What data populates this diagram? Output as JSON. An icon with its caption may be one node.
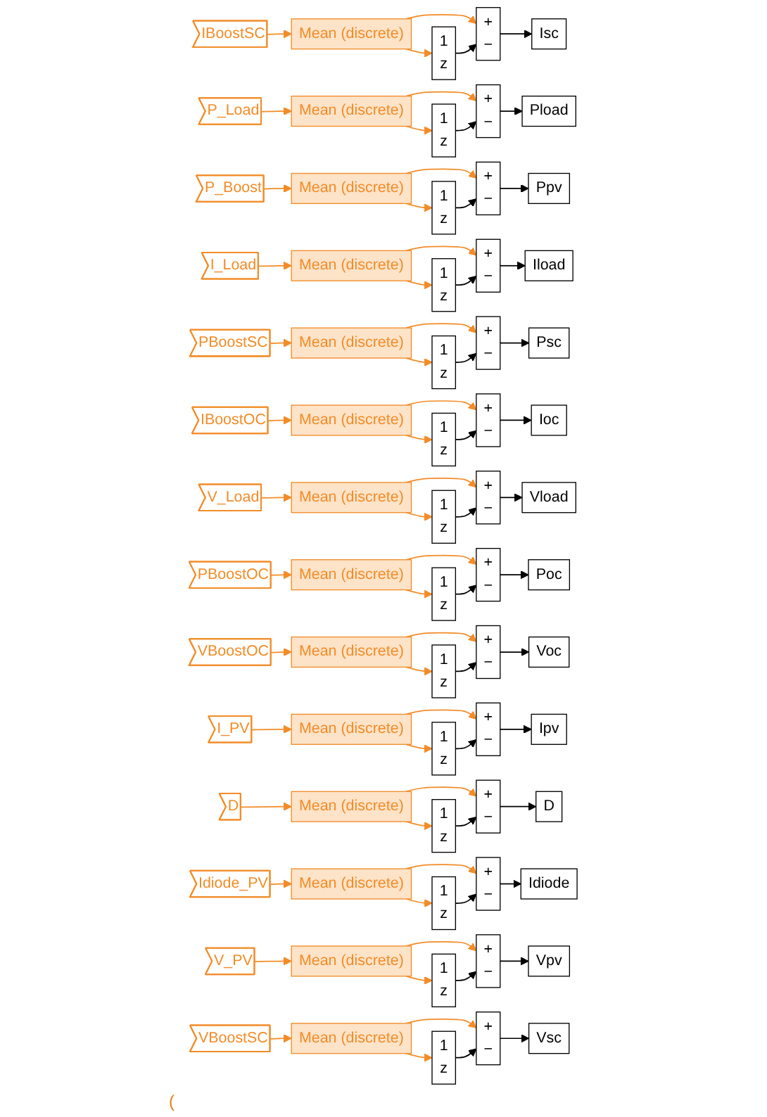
{
  "diagram": {
    "nodes": [
      {
        "text": [
          "IBoostSC"
        ]
      },
      {
        "text": [
          "Mean (discrete)"
        ]
      },
      {
        "text": [
          "1",
          "z"
        ]
      },
      {
        "text": [
          "+",
          "−"
        ]
      },
      {
        "text": [
          "Isc"
        ]
      },
      {
        "text": [
          "P_Load"
        ]
      },
      {
        "text": [
          "Mean (discrete)"
        ]
      },
      {
        "text": [
          "1",
          "z"
        ]
      },
      {
        "text": [
          "+",
          "−"
        ]
      },
      {
        "text": [
          "Pload"
        ]
      },
      {
        "text": [
          "P_Boost"
        ]
      },
      {
        "text": [
          "Mean (discrete)"
        ]
      },
      {
        "text": [
          "1",
          "z"
        ]
      },
      {
        "text": [
          "+",
          "−"
        ]
      },
      {
        "text": [
          "Ppv"
        ]
      },
      {
        "text": [
          "I_Load"
        ]
      },
      {
        "text": [
          "Mean (discrete)"
        ]
      },
      {
        "text": [
          "1",
          "z"
        ]
      },
      {
        "text": [
          "+",
          "−"
        ]
      },
      {
        "text": [
          "Iload"
        ]
      },
      {
        "text": [
          "PBoostSC"
        ]
      },
      {
        "text": [
          "Mean (discrete)"
        ]
      },
      {
        "text": [
          "1",
          "z"
        ]
      },
      {
        "text": [
          "+",
          "−"
        ]
      },
      {
        "text": [
          "Psc"
        ]
      },
      {
        "text": [
          "IBoostOC"
        ]
      },
      {
        "text": [
          "Mean (discrete)"
        ]
      },
      {
        "text": [
          "1",
          "z"
        ]
      },
      {
        "text": [
          "+",
          "−"
        ]
      },
      {
        "text": [
          "Ioc"
        ]
      },
      {
        "text": [
          "V_Load"
        ]
      },
      {
        "text": [
          "Mean (discrete)"
        ]
      },
      {
        "text": [
          "1",
          "z"
        ]
      },
      {
        "text": [
          "+",
          "−"
        ]
      },
      {
        "text": [
          "Vload"
        ]
      },
      {
        "text": [
          "PBoostOC"
        ]
      },
      {
        "text": [
          "Mean (discrete)"
        ]
      },
      {
        "text": [
          "1",
          "z"
        ]
      },
      {
        "text": [
          "+",
          "−"
        ]
      },
      {
        "text": [
          "Poc"
        ]
      },
      {
        "text": [
          "VBoostOC"
        ]
      },
      {
        "text": [
          "Mean (discrete)"
        ]
      },
      {
        "text": [
          "1",
          "z"
        ]
      },
      {
        "text": [
          "+",
          "−"
        ]
      },
      {
        "text": [
          "Voc"
        ]
      },
      {
        "text": [
          "I_PV"
        ]
      },
      {
        "text": [
          "Mean (discrete)"
        ]
      },
      {
        "text": [
          "1",
          "z"
        ]
      },
      {
        "text": [
          "+",
          "−"
        ]
      },
      {
        "text": [
          "Ipv"
        ]
      },
      {
        "text": [
          "D"
        ]
      },
      {
        "text": [
          "Mean (discrete)"
        ]
      },
      {
        "text": [
          "1",
          "z"
        ]
      },
      {
        "text": [
          "+",
          "−"
        ]
      },
      {
        "text": [
          "D"
        ]
      },
      {
        "text": [
          "Idiode_PV"
        ]
      },
      {
        "text": [
          "Mean (discrete)"
        ]
      },
      {
        "text": [
          "1",
          "z"
        ]
      },
      {
        "text": [
          "+",
          "−"
        ]
      },
      {
        "text": [
          "Idiode"
        ]
      },
      {
        "text": [
          "V_PV"
        ]
      },
      {
        "text": [
          "Mean (discrete)"
        ]
      },
      {
        "text": [
          "1",
          "z"
        ]
      },
      {
        "text": [
          "+",
          "−"
        ]
      },
      {
        "text": [
          "Vpv"
        ]
      },
      {
        "text": [
          "VBoostSC"
        ]
      },
      {
        "text": [
          "Mean (discrete)"
        ]
      },
      {
        "text": [
          "1",
          "z"
        ]
      },
      {
        "text": [
          "+",
          "−"
        ]
      },
      {
        "text": [
          "Vsc"
        ]
      }
    ],
    "edges": [
      {
        "from": 0,
        "to": 1,
        "arrow": "to"
      },
      {
        "from": 1,
        "to": 2,
        "arrow": "to"
      },
      {
        "from": 1,
        "to": 3,
        "arrow": "to"
      },
      {
        "from": 2,
        "to": 3,
        "arrow": "to",
        "color": "#000000"
      },
      {
        "from": 3,
        "to": 4,
        "arrow": "to",
        "color": "#000000"
      },
      {
        "from": 5,
        "to": 6,
        "arrow": "to"
      },
      {
        "from": 6,
        "to": 7,
        "arrow": "to"
      },
      {
        "from": 6,
        "to": 8,
        "arrow": "to"
      },
      {
        "from": 7,
        "to": 8,
        "arrow": "to",
        "color": "#000000"
      },
      {
        "from": 8,
        "to": 9,
        "arrow": "to",
        "color": "#000000"
      },
      {
        "from": 10,
        "to": 11,
        "arrow": "to"
      },
      {
        "from": 11,
        "to": 12,
        "arrow": "to"
      },
      {
        "from": 11,
        "to": 13,
        "arrow": "to"
      },
      {
        "from": 12,
        "to": 13,
        "arrow": "to",
        "color": "#000000"
      },
      {
        "from": 13,
        "to": 14,
        "arrow": "to",
        "color": "#000000"
      },
      {
        "from": 15,
        "to": 16,
        "arrow": "to"
      },
      {
        "from": 16,
        "to": 17,
        "arrow": "to"
      },
      {
        "from": 16,
        "to": 18,
        "arrow": "to"
      },
      {
        "from": 17,
        "to": 18,
        "arrow": "to",
        "color": "#000000"
      },
      {
        "from": 18,
        "to": 19,
        "arrow": "to",
        "color": "#000000"
      },
      {
        "from": 20,
        "to": 21,
        "arrow": "to"
      },
      {
        "from": 21,
        "to": 22,
        "arrow": "to"
      },
      {
        "from": 21,
        "to": 23,
        "arrow": "to"
      },
      {
        "from": 22,
        "to": 23,
        "arrow": "to",
        "color": "#000000"
      },
      {
        "from": 23,
        "to": 24,
        "arrow": "to",
        "color": "#000000"
      },
      {
        "from": 25,
        "to": 26,
        "arrow": "to"
      },
      {
        "from": 26,
        "to": 27,
        "arrow": "to"
      },
      {
        "from": 26,
        "to": 28,
        "arrow": "to"
      },
      {
        "from": 27,
        "to": 28,
        "arrow": "to",
        "color": "#000000"
      },
      {
        "from": 28,
        "to": 29,
        "arrow": "to",
        "color": "#000000"
      },
      {
        "from": 30,
        "to": 31,
        "arrow": "to"
      },
      {
        "from": 31,
        "to": 32,
        "arrow": "to"
      },
      {
        "from": 31,
        "to": 33,
        "arrow": "to"
      },
      {
        "from": 32,
        "to": 33,
        "arrow": "to",
        "color": "#000000"
      },
      {
        "from": 33,
        "to": 34,
        "arrow": "to",
        "color": "#000000"
      },
      {
        "from": 35,
        "to": 36,
        "arrow": "to"
      },
      {
        "from": 36,
        "to": 37,
        "arrow": "to"
      },
      {
        "from": 36,
        "to": 38,
        "arrow": "to"
      },
      {
        "from": 37,
        "to": 38,
        "arrow": "to",
        "color": "#000000"
      },
      {
        "from": 38,
        "to": 39,
        "arrow": "to",
        "color": "#000000"
      },
      {
        "from": 40,
        "to": 41,
        "arrow": "to"
      },
      {
        "from": 41,
        "to": 42,
        "arrow": "to"
      },
      {
        "from": 41,
        "to": 43,
        "arrow": "to"
      },
      {
        "from": 42,
        "to": 43,
        "arrow": "to",
        "color": "#000000"
      },
      {
        "from": 43,
        "to": 44,
        "arrow": "to",
        "color": "#000000"
      },
      {
        "from": 45,
        "to": 46,
        "arrow": "to"
      },
      {
        "from": 46,
        "to": 47,
        "arrow": "to"
      },
      {
        "from": 46,
        "to": 48,
        "arrow": "to"
      },
      {
        "from": 47,
        "to": 48,
        "arrow": "to",
        "color": "#000000"
      },
      {
        "from": 48,
        "to": 49,
        "arrow": "to",
        "color": "#000000"
      },
      {
        "from": 50,
        "to": 51,
        "arrow": "to"
      },
      {
        "from": 51,
        "to": 52,
        "arrow": "to"
      },
      {
        "from": 51,
        "to": 53,
        "arrow": "to"
      },
      {
        "from": 52,
        "to": 53,
        "arrow": "to",
        "color": "#000000"
      },
      {
        "from": 53,
        "to": 54,
        "arrow": "to",
        "color": "#000000"
      },
      {
        "from": 55,
        "to": 56,
        "arrow": "to"
      },
      {
        "from": 56,
        "to": 57,
        "arrow": "to"
      },
      {
        "from": 56,
        "to": 58,
        "arrow": "to"
      },
      {
        "from": 57,
        "to": 58,
        "arrow": "to",
        "color": "#000000"
      },
      {
        "from": 58,
        "to": 59,
        "arrow": "to",
        "color": "#000000"
      },
      {
        "from": 60,
        "to": 61,
        "arrow": "to"
      },
      {
        "from": 61,
        "to": 62,
        "arrow": "to"
      },
      {
        "from": 61,
        "to": 63,
        "arrow": "to"
      },
      {
        "from": 62,
        "to": 63,
        "arrow": "to",
        "color": "#000000"
      },
      {
        "from": 63,
        "to": 64,
        "arrow": "to",
        "color": "#000000"
      },
      {
        "from": 65,
        "to": 66,
        "arrow": "to"
      },
      {
        "from": 66,
        "to": 67,
        "arrow": "to"
      },
      {
        "from": 66,
        "to": 68,
        "arrow": "to"
      },
      {
        "from": 67,
        "to": 68,
        "arrow": "to",
        "color": "#000000"
      },
      {
        "from": 68,
        "to": 69,
        "arrow": "to",
        "color": "#000000"
      }
    ],
    "labels": [
      "("
    ]
  }
}
